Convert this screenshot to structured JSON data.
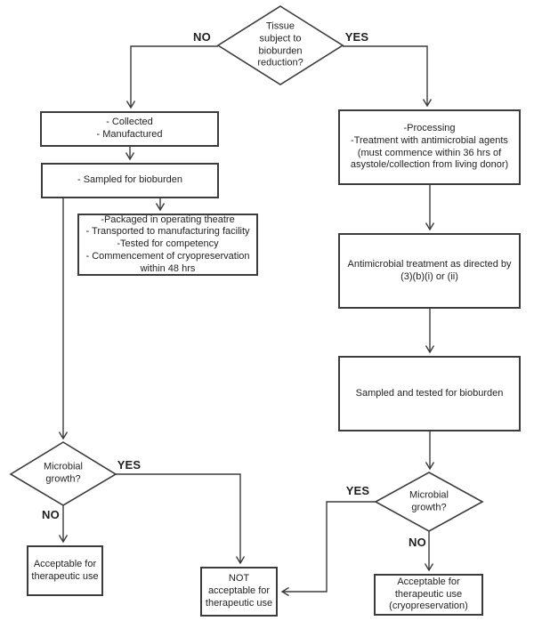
{
  "flowchart": {
    "background_color": "#ffffff",
    "line_color": "#3c3c3c",
    "text_color": "#1f1f1f",
    "nodes": {
      "decision_tissue": {
        "type": "decision",
        "label": "Tissue\nsubject to\nbioburden\nreduction?"
      },
      "collected": {
        "type": "process",
        "label": "- Collected\n- Manufactured"
      },
      "sampled": {
        "type": "process",
        "label": "- Sampled for bioburden"
      },
      "packaged": {
        "type": "process",
        "label": "-Packaged in operating theatre\n- Transported to manufacturing facility\n-Tested for competency\n- Commencement of cryopreservation\nwithin 48 hrs"
      },
      "processing": {
        "type": "process",
        "label": "-Processing\n-Treatment with antimicrobial agents\n(must commence within 36 hrs of\nasystole/collection from living donor)"
      },
      "antimicrobial_treatment": {
        "type": "process",
        "label": "Antimicrobial treatment as directed by\n(3)(b)(i) or (ii)"
      },
      "sampled_tested": {
        "type": "process",
        "label": "Sampled and tested for bioburden"
      },
      "decision_microbial_left": {
        "type": "decision",
        "label": "Microbial\ngrowth?"
      },
      "decision_microbial_right": {
        "type": "decision",
        "label": "Microbial\ngrowth?"
      },
      "acceptable_left": {
        "type": "terminal",
        "label": "Acceptable for\ntherapeutic use"
      },
      "not_acceptable": {
        "type": "terminal",
        "label": "NOT\nacceptable for\ntherapeutic use"
      },
      "acceptable_right": {
        "type": "terminal",
        "label": "Acceptable for\ntherapeutic use\n(cryopreservation)"
      }
    },
    "edge_labels": {
      "top_no": "NO",
      "top_yes": "YES",
      "left_yes": "YES",
      "left_no": "NO",
      "right_yes": "YES",
      "right_no": "NO"
    }
  }
}
